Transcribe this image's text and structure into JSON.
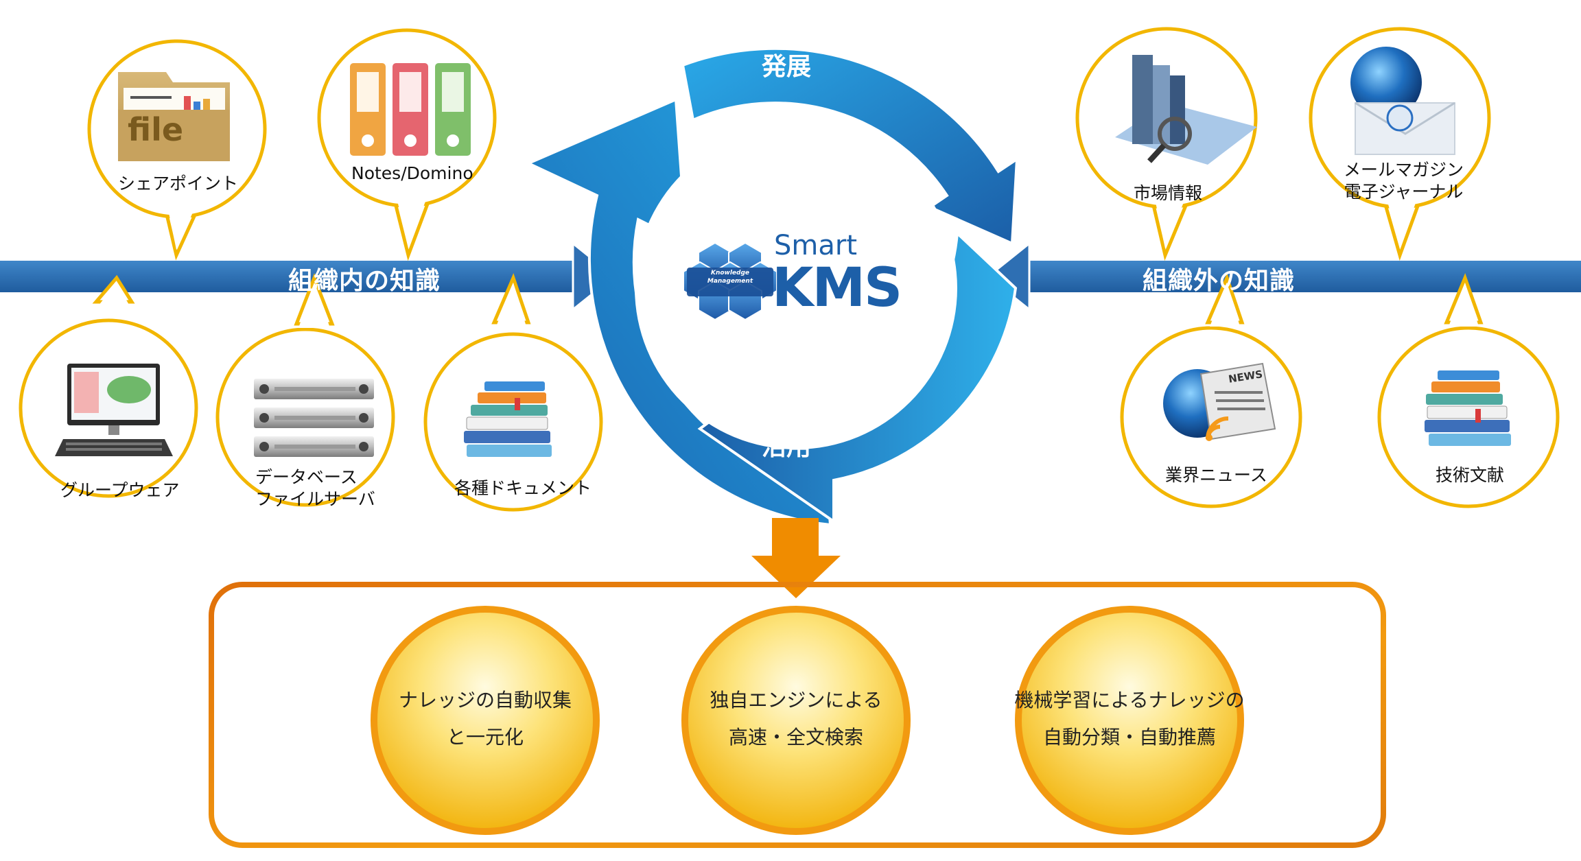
{
  "brand": {
    "logo_hex_line1": "Knowledge",
    "logo_hex_line2": "Management",
    "name_small": "Smart",
    "name_large": "KMS"
  },
  "cycle": {
    "top_label": "発展",
    "bottom_label": "活用"
  },
  "internal": {
    "title": "組織内の知識",
    "sources": {
      "sharepoint": "シェアポイント",
      "notes": "Notes/Domino",
      "groupware": "グループウェア",
      "database_line1": "データベース",
      "database_line2": "ファイルサーバ",
      "documents": "各種ドキュメント"
    },
    "file_icon_text": "file"
  },
  "external": {
    "title": "組織外の知識",
    "sources": {
      "market": "市場情報",
      "mail_line1": "メールマガジン",
      "mail_line2": "電子ジャーナル",
      "news": "業界ニュース",
      "tech": "技術文献"
    },
    "news_icon_text": "NEWS"
  },
  "features": {
    "f1_line1": "ナレッジの自動収集",
    "f1_line2": "と一元化",
    "f2_line1": "独自エンジンによる",
    "f2_line2": "高速・全文検索",
    "f3_line1": "機械学習によるナレッジの",
    "f3_line2": "自動分類・自動推薦"
  },
  "colors": {
    "band_blue": "#2e6fb3",
    "cycle_light": "#1ba3e0",
    "cycle_dark": "#1d5fa8",
    "bubble_border": "#f2b600",
    "orange": "#f08c00",
    "feature_gold": "#f6c020"
  }
}
